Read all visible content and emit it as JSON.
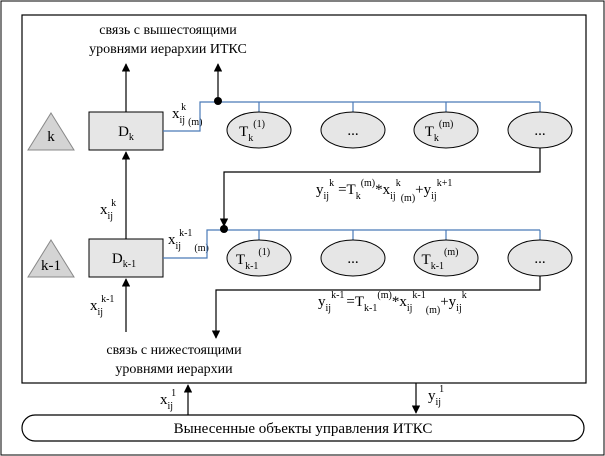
{
  "top_link_text": [
    "связь с вышестоящими",
    "уровнями иерархии ИТКС"
  ],
  "bottom_link_text": [
    "связь с нижестоящими",
    "уровнями иерархии"
  ],
  "bottom_bar_label": "Вынесенные объекты управления ИТКС",
  "level_k": {
    "marker": "k",
    "d_block": {
      "base": "D",
      "sub": "k"
    },
    "in_label": {
      "base": "x",
      "sub": "ij",
      "sup": "k",
      "paren": "(m)"
    },
    "nodes": [
      {
        "base": "T",
        "sub": "k",
        "sup": "(1)"
      },
      {
        "text": "..."
      },
      {
        "base": "T",
        "sub": "k",
        "sup": "(m)"
      },
      {
        "text": "..."
      }
    ],
    "formula": {
      "y": "y",
      "y_sub": "ij",
      "y_sup": "k",
      "eq": "=",
      "T": "T",
      "T_sub": "k",
      "T_sup": "(m)",
      "mul": "*",
      "x": "x",
      "x_sub": "ij",
      "x_sup": "k",
      "x_paren": "(m)",
      "plus": "+",
      "y2": "y",
      "y2_sub": "ij",
      "y2_sup": "k+1"
    }
  },
  "level_km1": {
    "marker": "k-1",
    "d_block": {
      "base": "D",
      "sub": "k-1"
    },
    "in_label": {
      "base": "x",
      "sub": "ij",
      "sup": "k-1",
      "paren": "(m)"
    },
    "nodes": [
      {
        "base": "T",
        "sub": "k-1",
        "sup": "(1)"
      },
      {
        "text": "..."
      },
      {
        "base": "T",
        "sub": "k-1",
        "sup": "(m)"
      },
      {
        "text": "..."
      }
    ],
    "formula": {
      "y": "y",
      "y_sub": "ij",
      "y_sup": "k-1",
      "eq": "=",
      "T": "T",
      "T_sub": "k-1",
      "T_sup": "(m)",
      "mul": "*",
      "x": "x",
      "x_sub": "ij",
      "x_sup": "k-1",
      "x_paren": "(m)",
      "plus": "+",
      "y2": "y",
      "y2_sub": "ij",
      "y2_sup": "k"
    }
  },
  "between_label": {
    "base": "x",
    "sub": "ij",
    "sup": "k"
  },
  "below_label": {
    "base": "x",
    "sub": "ij",
    "sup": "k-1"
  },
  "x1_label": {
    "base": "x",
    "sub": "ij",
    "sup": "1"
  },
  "y1_label": {
    "base": "y",
    "sub": "ij",
    "sup": "1"
  },
  "colors": {
    "bus_line": "#4a7ab8",
    "block_fill": "#e6e6e6",
    "triangle_fill": "#d4d4d4",
    "stroke": "#000000"
  }
}
